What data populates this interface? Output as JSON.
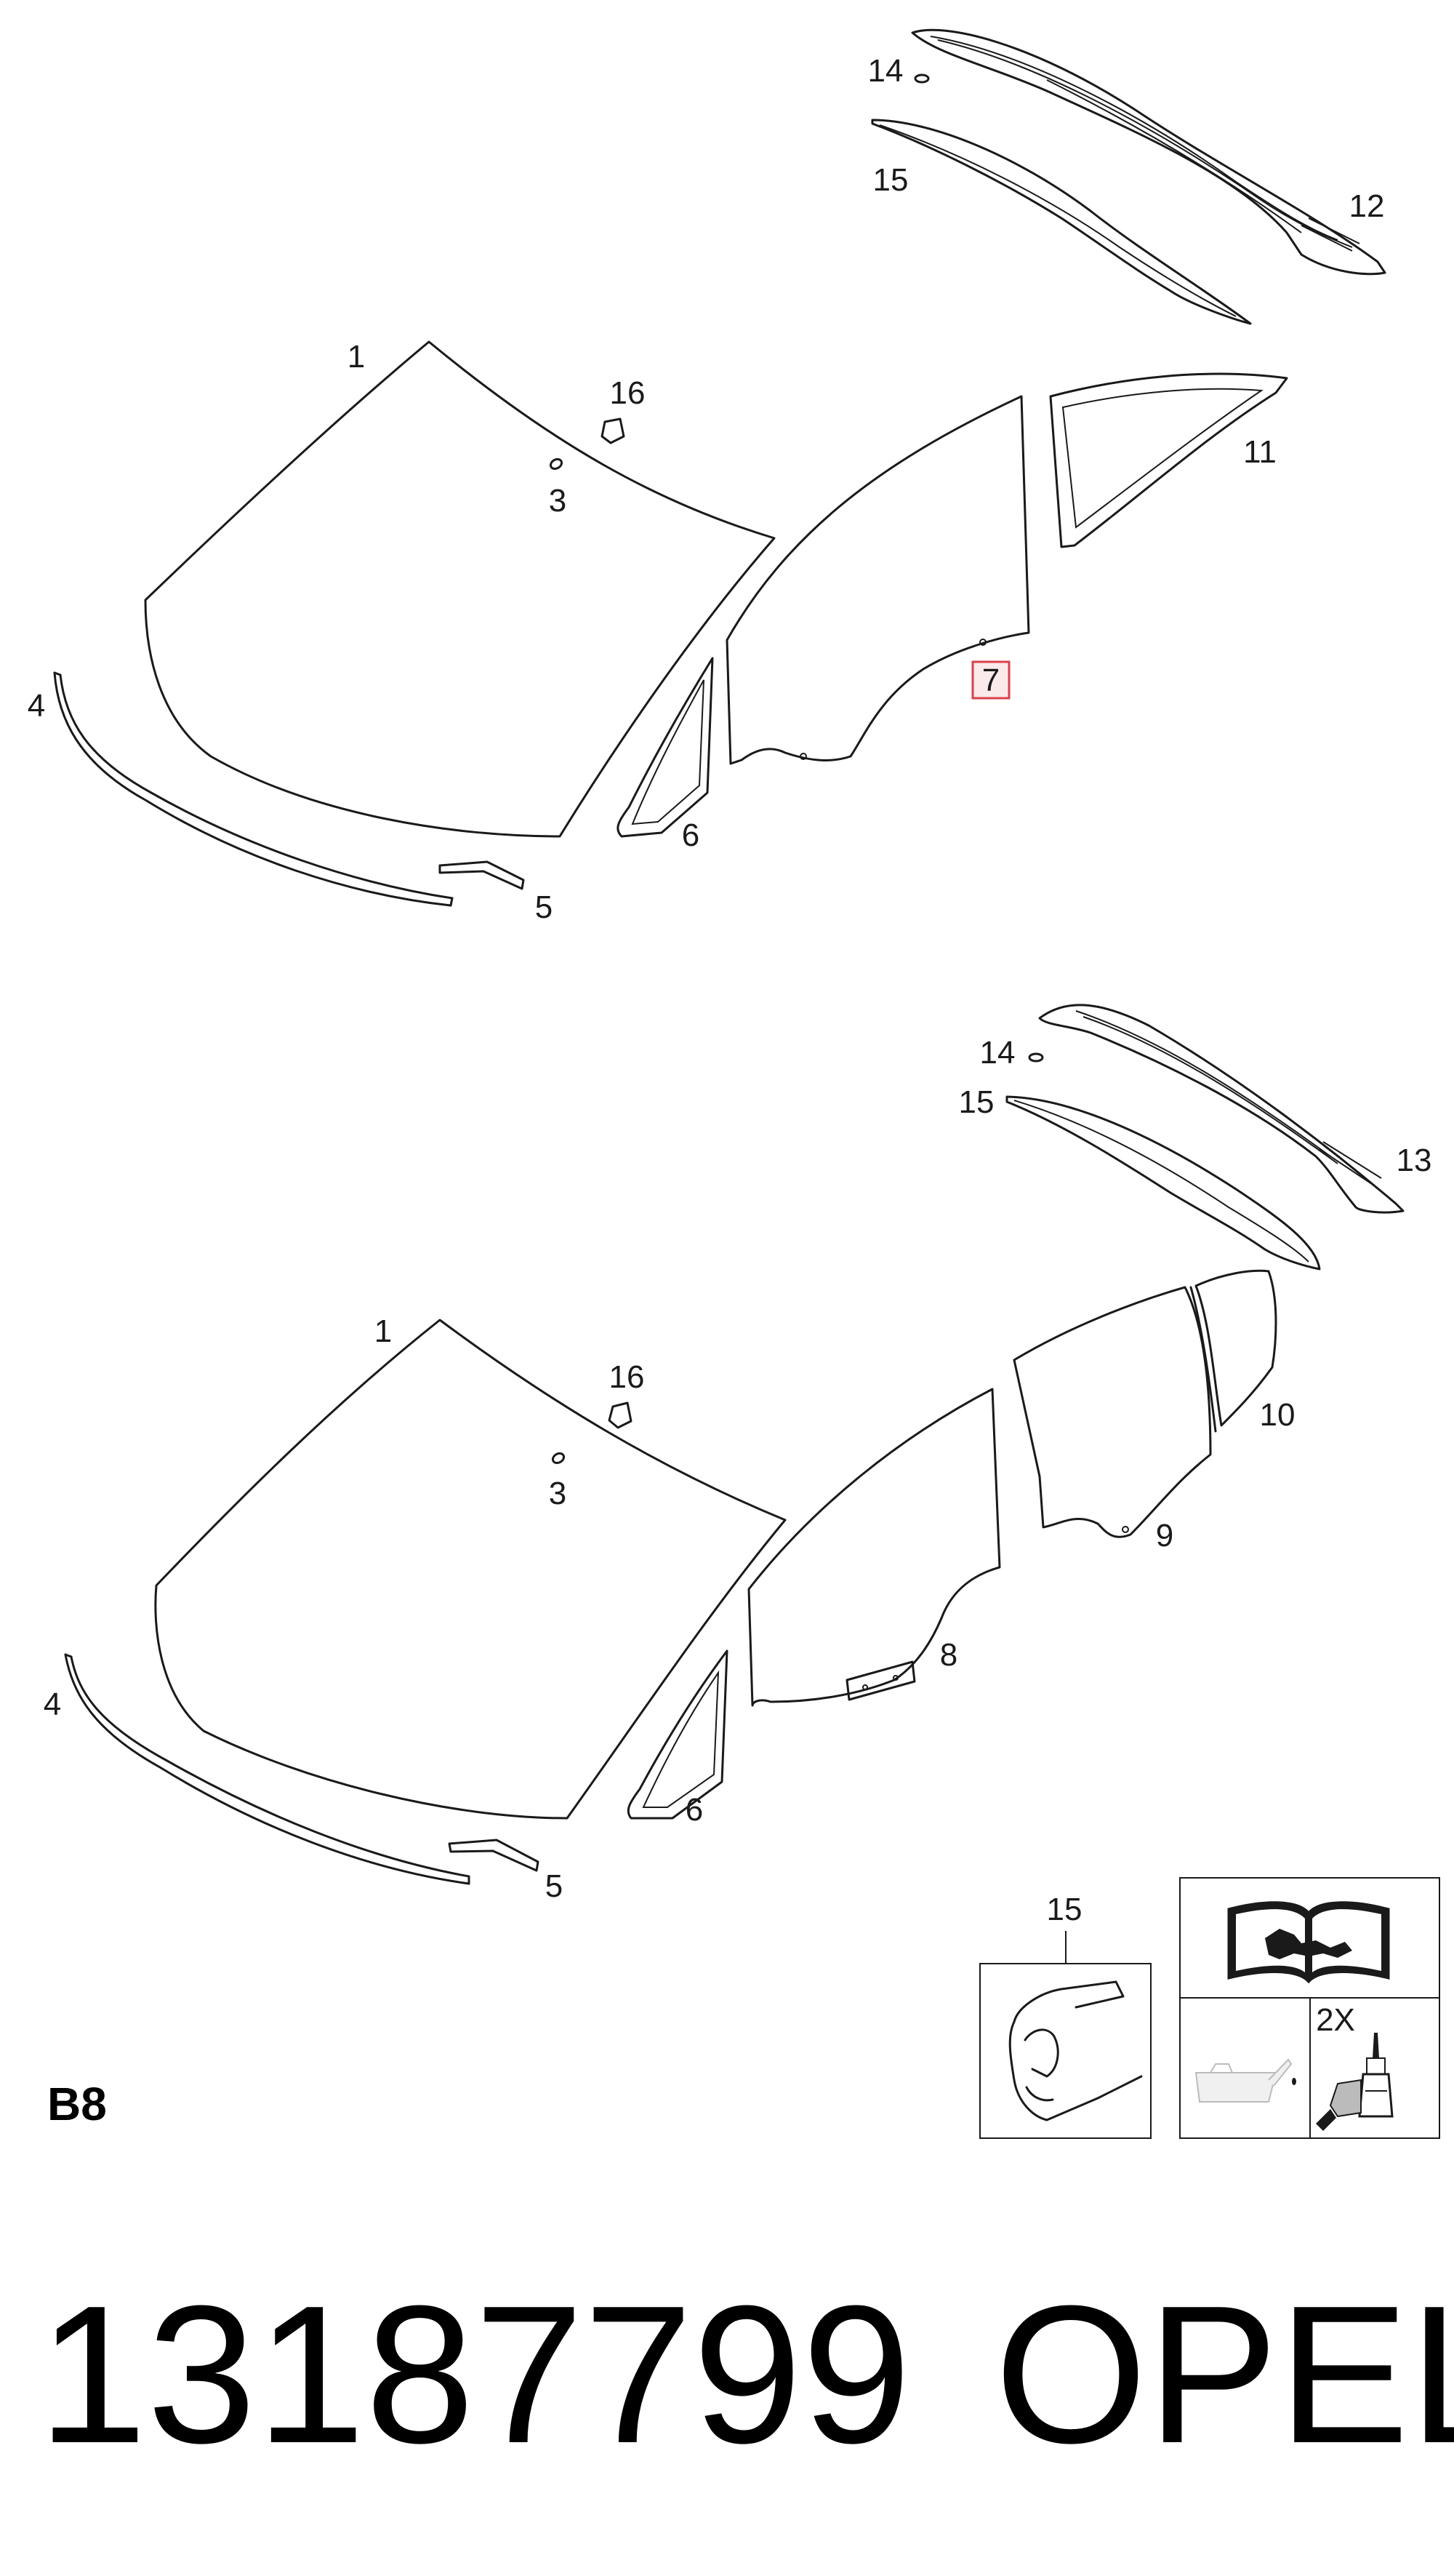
{
  "section_label": "B8",
  "part_number": "13187799",
  "brand": "OPEL",
  "highlight_color": "#d9434b",
  "top_assembly": {
    "callouts": {
      "windshield": "1",
      "sensor_mount": "3",
      "windshield_molding": "4",
      "molding_clip": "5",
      "quarter_vent_glass": "6",
      "front_door_glass": "7",
      "rear_quarter_glass": "11",
      "rear_window_coupe": "12",
      "rear_stud": "14",
      "rear_seal": "15",
      "mirror_pad": "16"
    },
    "highlighted_callout": "7"
  },
  "bottom_assembly": {
    "callouts": {
      "windshield": "1",
      "sensor_mount": "3",
      "windshield_molding": "4",
      "molding_clip": "5",
      "quarter_vent_glass": "6",
      "front_door_glass": "8",
      "rear_door_glass": "9",
      "rear_fixed_glass": "10",
      "rear_window_sedan": "13",
      "rear_stud": "14",
      "rear_seal": "15",
      "mirror_pad": "16"
    }
  },
  "seal_detail": {
    "callout": "15"
  },
  "service_box": {
    "manual_icon": "repair-manual-icon",
    "oil_can_icon": "oil-can-icon",
    "adhesive_icon": "adhesive-cartridge-icon",
    "quantity_label": "2X"
  }
}
